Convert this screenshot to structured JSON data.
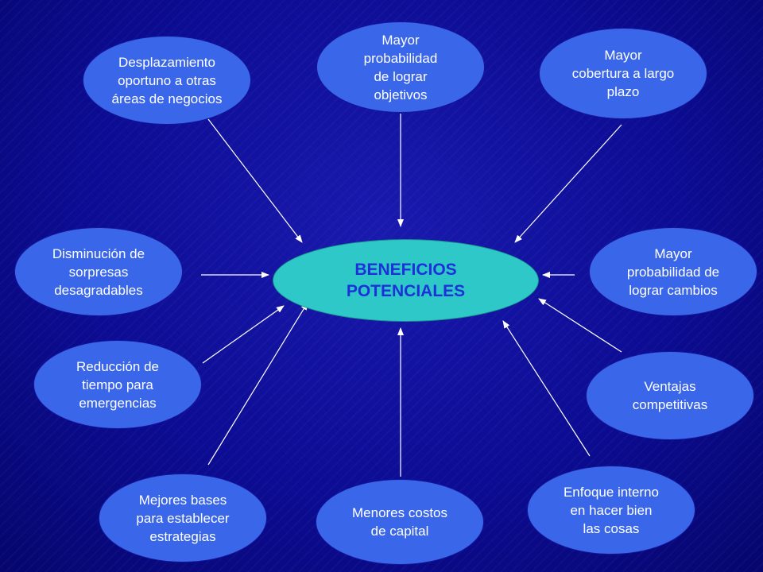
{
  "center": {
    "label": "BENEFICIOS\nPOTENCIALES"
  },
  "nodes": [
    {
      "id": "desplazamiento",
      "label": "Desplazamiento\noportuno a otras\náreas de negocios"
    },
    {
      "id": "mayor-probabilidad-objetivos",
      "label": "Mayor\nprobabilidad\nde lograr\nobjetivos"
    },
    {
      "id": "mayor-cobertura",
      "label": "Mayor\ncobertura a  largo\nplazo"
    },
    {
      "id": "disminucion-sorpresas",
      "label": "Disminución de\nsorpresas\ndesagradables"
    },
    {
      "id": "mayor-probabilidad-cambios",
      "label": "Mayor\nprobabilidad de\nlograr cambios"
    },
    {
      "id": "reduccion-tiempo",
      "label": "Reducción de\ntiempo para\nemergencias"
    },
    {
      "id": "ventajas-competitivas",
      "label": "Ventajas\ncompetitivas"
    },
    {
      "id": "mejores-bases",
      "label": "Mejores bases\npara establecer\nestrategias"
    },
    {
      "id": "menores-costos",
      "label": "Menores costos\nde capital"
    },
    {
      "id": "enfoque-interno",
      "label": "Enfoque interno\nen hacer bien\nlas cosas"
    }
  ],
  "colors": {
    "background": "#0c0c95",
    "node_fill": "#3a66ea",
    "center_fill": "#2ec8c8",
    "center_text": "#1c32d8",
    "arrow": "#ffffff"
  }
}
